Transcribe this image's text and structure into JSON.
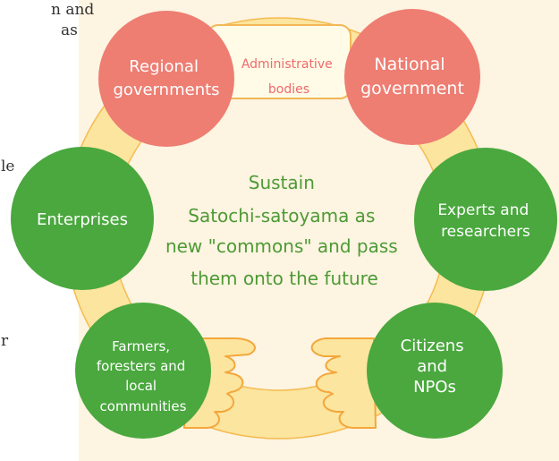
{
  "side_text": [
    "n and",
    "as",
    "le",
    "r"
  ],
  "administrative_bodies": [
    "Administrative",
    "bodies"
  ],
  "regional_governments": [
    "Regional",
    "governments"
  ],
  "national_government": [
    "National",
    "government"
  ],
  "enterprises": [
    "Enterprises"
  ],
  "experts": [
    "Experts and",
    "researchers"
  ],
  "farmers": [
    "Farmers,",
    "foresters and",
    "local",
    "communities"
  ],
  "citizens": [
    "Citizens",
    "and",
    "NPOs"
  ],
  "center": [
    "Sustain",
    "Satochi-satoyama as",
    "new \"commons\" and pass",
    "them onto the future"
  ],
  "colors": {
    "red_circle": "#ee7d72",
    "green_circle": "#4aa83e",
    "ring": "#fce59e",
    "panel_background": "#fdf4e1",
    "center_text": "#4e9a36"
  }
}
